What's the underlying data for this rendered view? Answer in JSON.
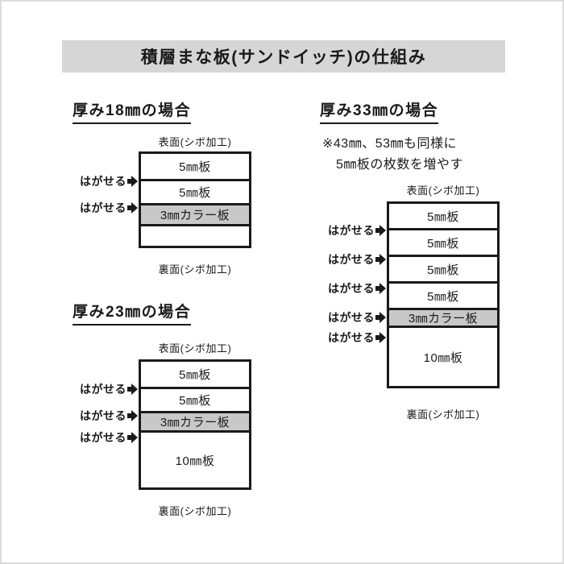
{
  "title": "積層まな板(サンドイッチ)の仕組み",
  "peel_label": "はがせる",
  "colors": {
    "title_bar_bg": "#d6d6d6",
    "color_board_bg": "#c8c8c8",
    "line_color": "#1a1a1a"
  },
  "diagrams": [
    {
      "heading": "厚み18㎜の場合",
      "surface_label": "表面(シボ加工)",
      "back_label": "裏面(シボ加工)",
      "layers": [
        "5㎜板",
        "5㎜板",
        "3㎜カラー板",
        ""
      ],
      "peel_count": 2
    },
    {
      "heading": "厚み23㎜の場合",
      "surface_label": "表面(シボ加工)",
      "back_label": "裏面(シボ加工)",
      "layers": [
        "5㎜板",
        "5㎜板",
        "3㎜カラー板",
        "10㎜板"
      ],
      "peel_count": 3
    },
    {
      "heading": "厚み33㎜の場合",
      "note": {
        "line1": "※43㎜、53㎜も同様に",
        "line2": "5㎜板の枚数を増やす"
      },
      "surface_label": "表面(シボ加工)",
      "back_label": "裏面(シボ加工)",
      "layers": [
        "5㎜板",
        "5㎜板",
        "5㎜板",
        "5㎜板",
        "3㎜カラー板",
        "10㎜板"
      ],
      "peel_count": 5
    }
  ]
}
